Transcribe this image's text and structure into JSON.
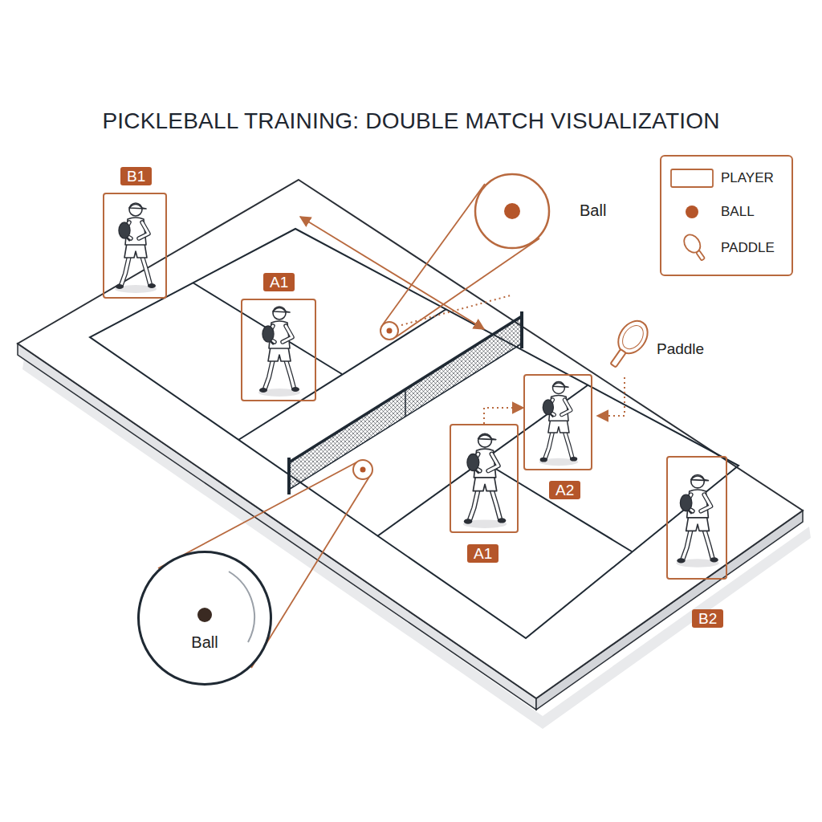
{
  "diagram": {
    "title": "PICKLEBALL TRAINING: DOUBLE MATCH VISUALIZATION",
    "nodes": [
      {
        "text": [
          "B1"
        ]
      },
      {
        "text": [
          "Ball"
        ]
      },
      {
        "text": [
          "A1"
        ]
      },
      {
        "text": [
          "A2"
        ]
      },
      {
        "text": [
          "A1"
        ]
      },
      {
        "text": [
          "B2"
        ]
      },
      {
        "text": [
          "Ball"
        ]
      }
    ],
    "edges": [
      {
        "from": 4,
        "to": 3,
        "arrow": "to"
      }
    ],
    "labels": [
      "Paddle"
    ],
    "legend": [
      {
        "text": "PLAYER"
      },
      {
        "text": "BALL",
        "color": "#b5562a"
      },
      {
        "text": "PADDLE"
      }
    ]
  }
}
